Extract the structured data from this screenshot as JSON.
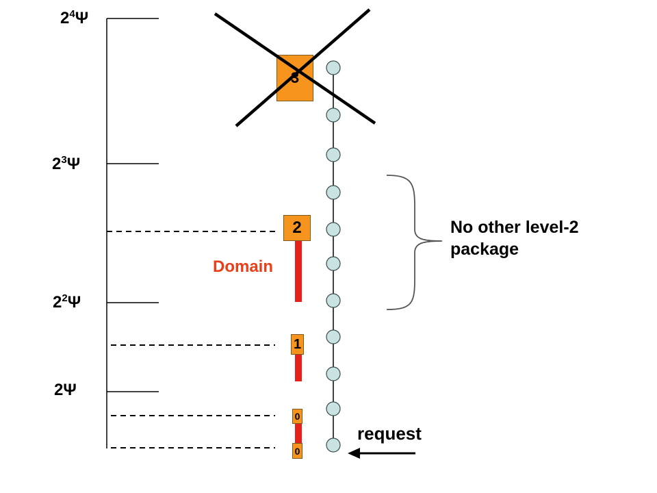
{
  "scale_labels": [
    {
      "base": "2",
      "exp": "4",
      "sym": "Ψ"
    },
    {
      "base": "2",
      "exp": "3",
      "sym": "Ψ"
    },
    {
      "base": "2",
      "exp": "2",
      "sym": "Ψ"
    },
    {
      "base": "2",
      "exp": "",
      "sym": "Ψ"
    }
  ],
  "packages": {
    "crossed": "3",
    "level2": "2",
    "level1": "1",
    "level0_upper": "0",
    "level0_lower": "0"
  },
  "domain_label": "Domain",
  "note": {
    "line1": "No other level-2",
    "line2": "package"
  },
  "request_label": "request",
  "colors": {
    "package_fill": "#f7941d",
    "domain_bar": "#e8201a",
    "domain_text": "#e8401a",
    "node_fill": "#c9e3e3"
  }
}
